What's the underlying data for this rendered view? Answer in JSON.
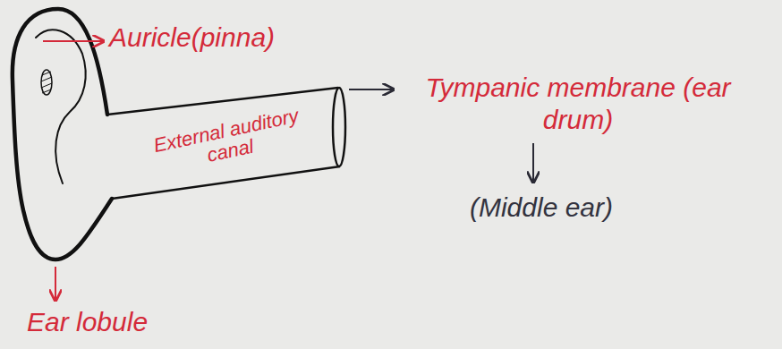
{
  "diagram": {
    "labels": [
      "Auricle(pinna)",
      "External auditory canal",
      "Tympanic membrane (ear drum)",
      "(Middle ear)",
      "Ear lobule"
    ]
  }
}
